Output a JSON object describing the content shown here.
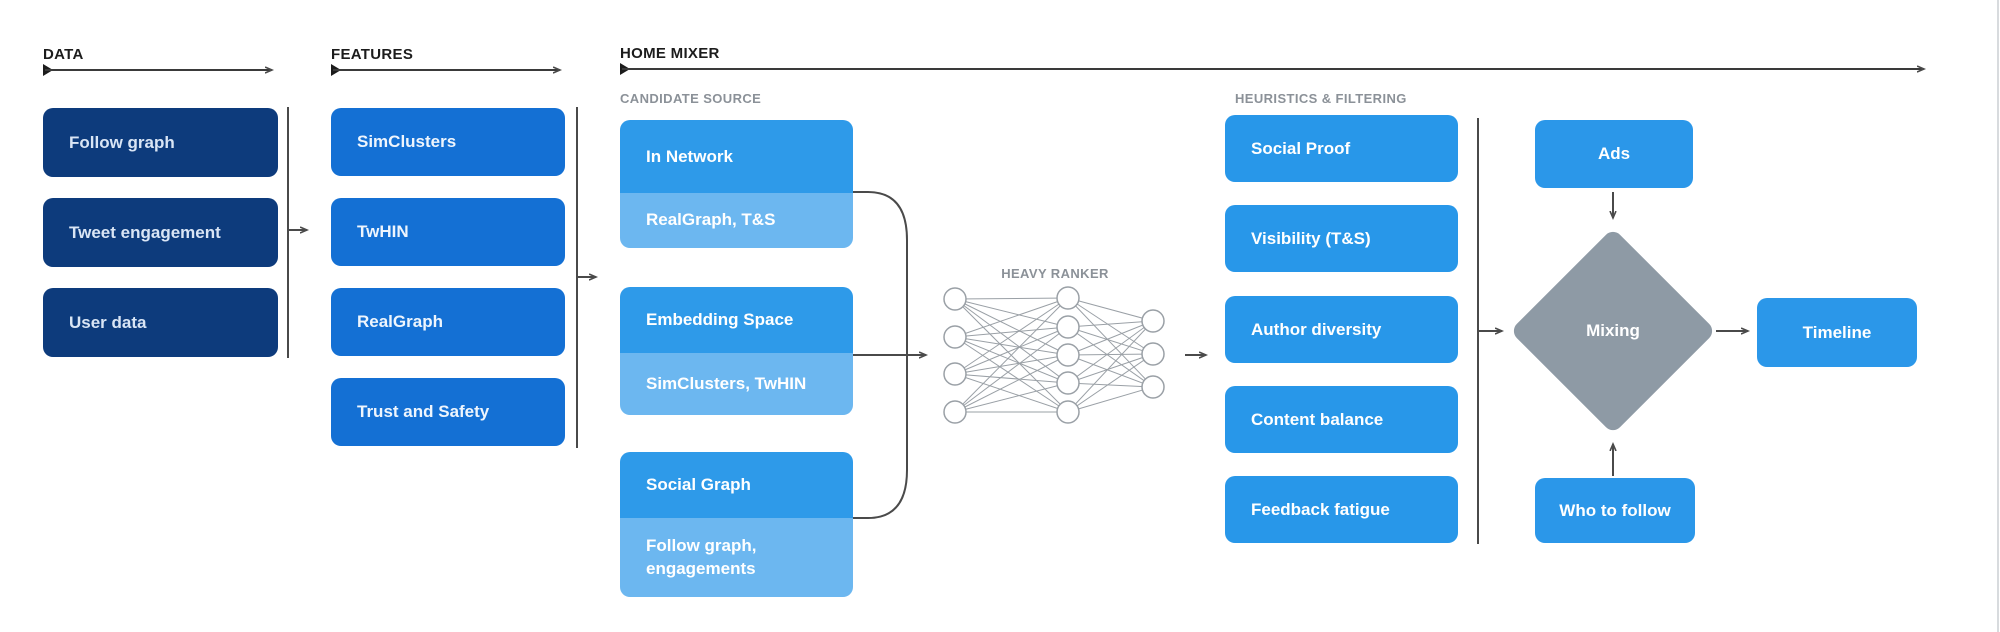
{
  "diagram": {
    "data": {
      "label": "DATA",
      "items": [
        "Follow graph",
        "Tweet engagement",
        "User data"
      ]
    },
    "features": {
      "label": "FEATURES",
      "items": [
        "SimClusters",
        "TwHIN",
        "RealGraph",
        "Trust and Safety"
      ]
    },
    "home_mixer": {
      "label": "HOME MIXER",
      "candidate_source": {
        "label": "CANDIDATE SOURCE",
        "items": [
          {
            "title": "In Network",
            "subtitle": "RealGraph, T&S"
          },
          {
            "title": "Embedding Space",
            "subtitle": "SimClusters, TwHIN"
          },
          {
            "title": "Social Graph",
            "subtitle": "Follow graph, engagements"
          }
        ]
      },
      "heavy_ranker": {
        "label": "HEAVY RANKER"
      },
      "heuristics": {
        "label": "HEURISTICS & FILTERING",
        "items": [
          "Social Proof",
          "Visibility (T&S)",
          "Author diversity",
          "Content balance",
          "Feedback fatigue"
        ]
      },
      "mixing": {
        "ads": "Ads",
        "diamond": "Mixing",
        "who_to_follow": "Who to follow",
        "timeline": "Timeline"
      }
    }
  },
  "colors": {
    "navy": "#0d3b7c",
    "feature_blue": "#1470d4",
    "bright_blue": "#2b97e9",
    "candidate_blue": "#2e9ae9",
    "light_blue": "#6cb7f0",
    "diamond_gray": "#8e9aa5",
    "line_dark": "#4a4a4a",
    "label_gray": "#8b9198",
    "background": "#ffffff"
  }
}
